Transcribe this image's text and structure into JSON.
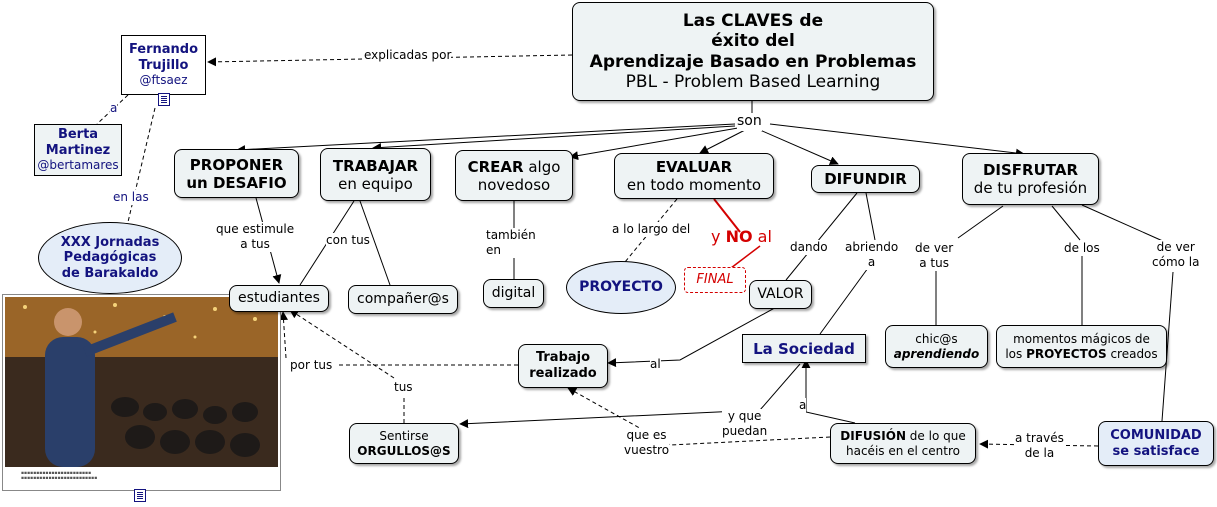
{
  "title": {
    "line1": "Las CLAVES de",
    "line2": "éxito del",
    "line3": "Aprendizaje Basado en Problemas",
    "line4": "PBL - Problem Based Learning"
  },
  "author": {
    "name1": "Fernando",
    "name2": "Trujillo",
    "handle": "@ftsaez"
  },
  "coauthor": {
    "name1": "Berta",
    "name2": "Martinez",
    "handle": "@bertamares"
  },
  "event": {
    "line1": "XXX Jornadas",
    "line2": "Pedagógicas",
    "line3": "de Barakaldo"
  },
  "nodes": {
    "proponer": {
      "line1": "PROPONER",
      "line2": "un DESAFIO"
    },
    "trabajar": {
      "line1": "TRABAJAR",
      "line2": "en equipo"
    },
    "crear": {
      "bold": "CREAR",
      "rest": " algo",
      "line2": "novedoso"
    },
    "evaluar": {
      "line1": "EVALUAR",
      "line2": "en todo momento"
    },
    "difundir": {
      "line1": "DIFUNDIR"
    },
    "disfrutar": {
      "line1": "DISFRUTAR",
      "line2": "de tu profesión"
    },
    "estudiantes": "estudiantes",
    "companeros": "compañer@s",
    "digital": "digital",
    "proyecto": "PROYECTO",
    "final": "FINAL",
    "valor": "VALOR",
    "sociedad": "La Sociedad",
    "chicos": {
      "line1": "chic@s",
      "line2": "aprendiendo"
    },
    "momentos": {
      "line1": "momentos mágicos de",
      "line2a": "los ",
      "line2b": "PROYECTOS",
      "line2c": " creados"
    },
    "trabajo": {
      "line1": "Trabajo",
      "line2": "realizado"
    },
    "sentirse": {
      "line1": "Sentirse",
      "line2": "ORGULLOS@S"
    },
    "difusion": {
      "bold": "DIFUSIÓN",
      "rest": " de lo que",
      "line2": "hacéis en el centro"
    },
    "comunidad": {
      "line1": "COMUNIDAD",
      "line2": "se satisface"
    }
  },
  "labels": {
    "explicadas": "explicadas por",
    "a": "a",
    "enlas": "en las",
    "son": "son",
    "estimule1": "que estimule",
    "estimule2": "a tus",
    "contus": "con tus",
    "tambien1": "también",
    "tambien2": "en",
    "alolargo": "a lo largo del",
    "ynoal_y": "y ",
    "ynoal_no": "NO",
    "ynoal_al": " al",
    "dando": "dando",
    "abriendo1": "abriendo",
    "abriendo2": "a",
    "dever1": "de ver",
    "dever2": "a tus",
    "delos": "de los",
    "devercomo1": "de ver",
    "devercomo2": "cómo la",
    "al": "al",
    "portus": "por tus",
    "tus": "tus",
    "yque1": "y que",
    "yque2": "puedan",
    "quees1": "que es",
    "quees2": "vuestro",
    "a2": "a",
    "atraves1": "a través",
    "atraves2": "de la"
  },
  "colors": {
    "node_bg": "#eef3f4",
    "blue_text": "#13137f",
    "red": "#d40000"
  }
}
